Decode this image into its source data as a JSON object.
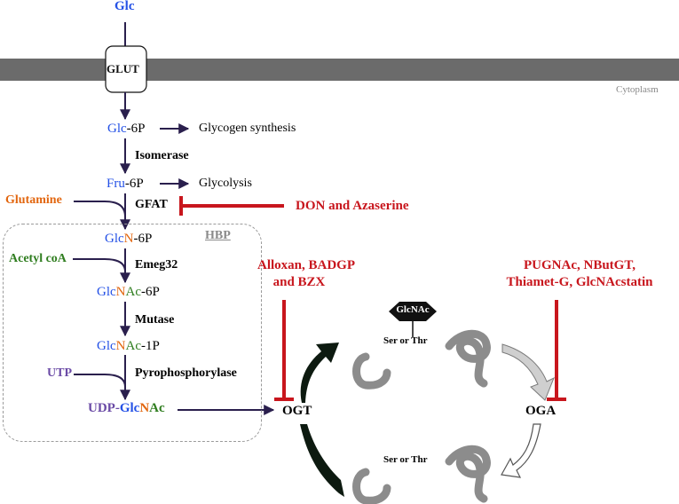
{
  "membrane": {
    "label": "Cytoplasm"
  },
  "glc": "Glc",
  "glut": "GLUT",
  "pathway": {
    "glc6p": {
      "prefix": "Glc",
      "suffix": "-6P"
    },
    "glycogen": "Glycogen synthesis",
    "isomerase": "Isomerase",
    "fru6p": {
      "prefix": "Fru",
      "suffix": "-6P"
    },
    "glycolysis": "Glycolysis",
    "glutamine": "Glutamine",
    "gfat": "GFAT",
    "hbp": "HBP",
    "glcn6p": {
      "p1": "Glc",
      "p2": "N",
      "suffix": "-6P"
    },
    "acetyl_coa": "Acetyl coA",
    "emeg32": "Emeg32",
    "glcnac6p": {
      "p1": "Glc",
      "p2": "N",
      "p3": "Ac",
      "suffix": "-6P"
    },
    "mutase": "Mutase",
    "glcnac1p": {
      "p1": "Glc",
      "p2": "N",
      "p3": "Ac",
      "suffix": "-1P"
    },
    "utp": "UTP",
    "pyrophosphorylase": "Pyrophosphorylase",
    "udpglcnac": {
      "p0": "UDP-",
      "p1": "Glc",
      "p2": "N",
      "p3": "Ac"
    }
  },
  "inhibitors": {
    "gfat": "DON and Azaserine",
    "ogt_line1": "Alloxan, BADGP",
    "ogt_line2": "and BZX",
    "oga_line1": "PUGNAc, NButGT,",
    "oga_line2": "Thiamet-G, GlcNAcstatin"
  },
  "cycle": {
    "glcnac_tag": "GlcNAc",
    "ser_thr_top": "Ser or Thr",
    "ser_thr_bottom": "Ser or Thr",
    "ogt": "OGT",
    "oga": "OGA"
  },
  "colors": {
    "membrane": "#6b6b6b",
    "arrow": "#2a1f4d",
    "inhibitor": "#c8161d",
    "glc": "#2451e6",
    "amine": "#e2660f",
    "acetyl": "#2f7d1f",
    "uridine": "#6b4ba6",
    "protein": "#8c8c8c"
  }
}
